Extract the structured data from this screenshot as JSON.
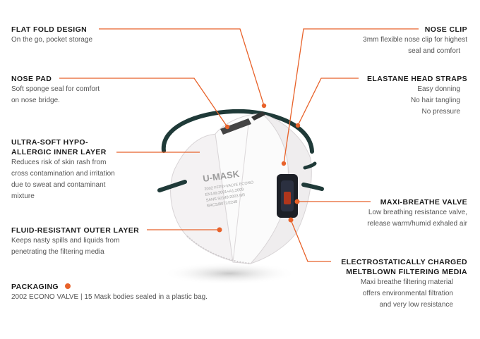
{
  "accent_color": "#e8622a",
  "callouts": {
    "flat_fold": {
      "title": "FLAT FOLD DESIGN",
      "desc": [
        "On the go, pocket storage"
      ]
    },
    "nose_pad": {
      "title": "NOSE PAD",
      "desc": [
        "Soft sponge seal for comfort",
        "on nose bridge."
      ]
    },
    "inner_layer": {
      "title": [
        "ULTRA-SOFT HYPO-",
        "ALLERGIC INNER LAYER"
      ],
      "desc": [
        "Reduces risk of skin rash from",
        "cross contamination and irritation",
        "due to sweat and contaminant",
        "mixture"
      ]
    },
    "outer_layer": {
      "title": "FLUID-RESISTANT OUTER LAYER",
      "desc": [
        "Keeps nasty spills and liquids from",
        "penetrating the filtering media"
      ]
    },
    "packaging": {
      "title": "PACKAGING",
      "desc": [
        "2002 ECONO VALVE | 15 Mask bodies sealed in a plastic bag."
      ]
    },
    "nose_clip": {
      "title": "NOSE CLIP",
      "desc": [
        "3mm flexible nose clip for highest",
        "seal and comfort"
      ]
    },
    "head_straps": {
      "title": "ELASTANE HEAD STRAPS",
      "desc": [
        "Easy donning",
        "No hair tangling",
        "No pressure"
      ]
    },
    "valve": {
      "title": "MAXI-BREATHE VALVE",
      "desc": [
        "Low breathing resistance valve,",
        "release warm/humid exhaled air"
      ]
    },
    "filter_media": {
      "title": [
        "ELECTROSTATICALLY CHARGED",
        "MELTBLOWN FILTERING MEDIA"
      ],
      "desc": [
        "Maxi breathe filtering material",
        "offers environmental filtration",
        "and very low resistance"
      ]
    }
  },
  "mask_print": {
    "brand": "U-MASK",
    "lines": [
      "2002 FFP2+VALVE ECONO",
      "EN149:2001+A1:2009",
      "SANS 50149:2003 NR",
      "NRCS/8072/2248"
    ]
  }
}
